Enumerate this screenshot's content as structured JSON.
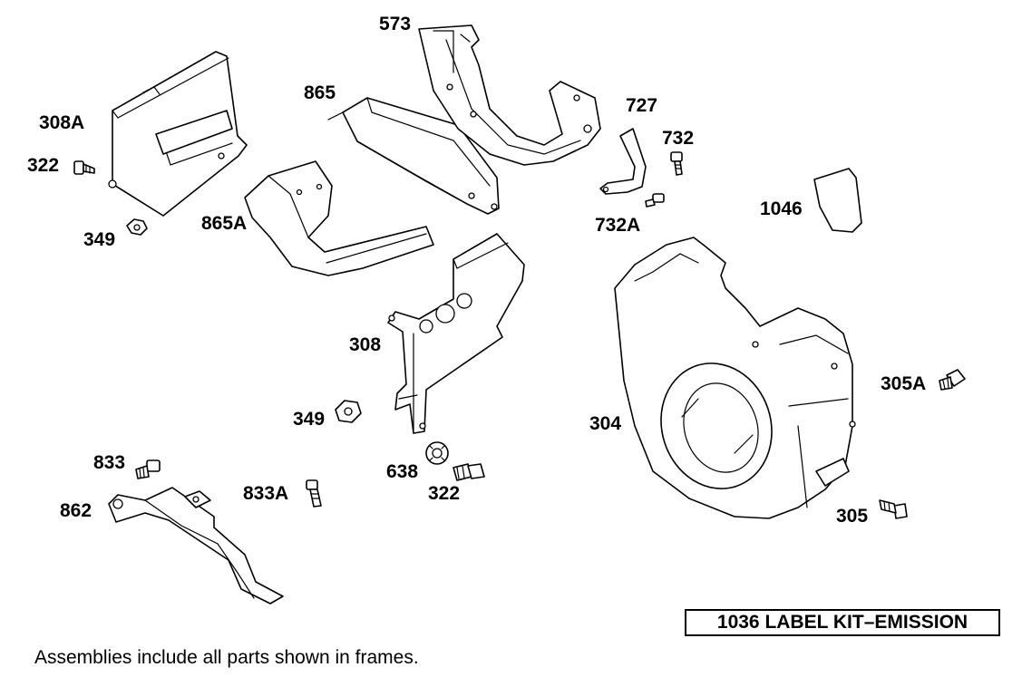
{
  "diagram": {
    "callouts": [
      {
        "id": "lbl-573",
        "text": "573"
      },
      {
        "id": "lbl-865",
        "text": "865"
      },
      {
        "id": "lbl-308a",
        "text": "308A"
      },
      {
        "id": "lbl-322-top",
        "text": "322"
      },
      {
        "id": "lbl-349-top",
        "text": "349"
      },
      {
        "id": "lbl-865a",
        "text": "865A"
      },
      {
        "id": "lbl-727",
        "text": "727"
      },
      {
        "id": "lbl-732",
        "text": "732"
      },
      {
        "id": "lbl-732a",
        "text": "732A"
      },
      {
        "id": "lbl-1046",
        "text": "1046"
      },
      {
        "id": "lbl-308",
        "text": "308"
      },
      {
        "id": "lbl-349-mid",
        "text": "349"
      },
      {
        "id": "lbl-304",
        "text": "304"
      },
      {
        "id": "lbl-305a",
        "text": "305A"
      },
      {
        "id": "lbl-305",
        "text": "305"
      },
      {
        "id": "lbl-638",
        "text": "638"
      },
      {
        "id": "lbl-322-bot",
        "text": "322"
      },
      {
        "id": "lbl-833",
        "text": "833"
      },
      {
        "id": "lbl-833a",
        "text": "833A"
      },
      {
        "id": "lbl-862",
        "text": "862"
      }
    ],
    "kit_label": "1036 LABEL KIT–EMISSION",
    "footnote": "Assemblies include all parts shown in frames."
  }
}
